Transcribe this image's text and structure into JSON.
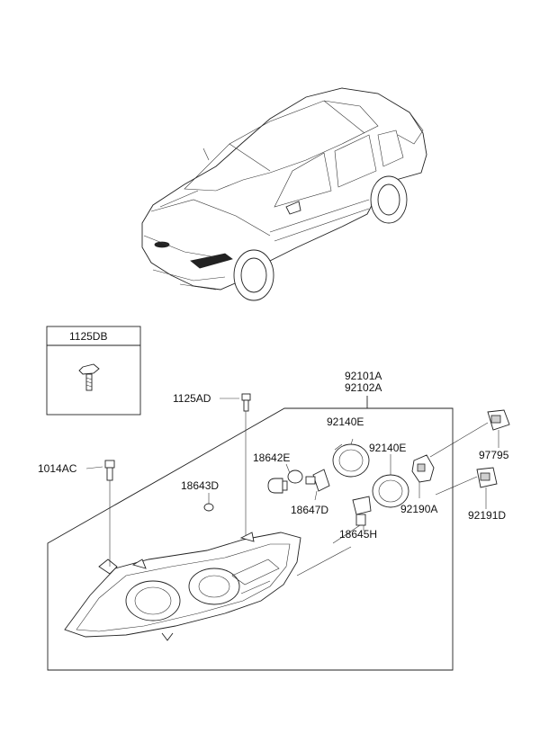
{
  "labels": {
    "detail_box_part": "1125DB",
    "screw_top": "1125AD",
    "screw_left": "1014AC",
    "assembly_lh": "92101A",
    "assembly_rh": "92102A",
    "bulb_side": "18642E",
    "grommet": "18643D",
    "socket_side": "18647D",
    "bulb_main": "18645H",
    "cap_upper": "92140E",
    "cap_lower": "92140E",
    "actuator": "92190A",
    "connector_top": "97795",
    "connector_bottom": "92191D"
  }
}
